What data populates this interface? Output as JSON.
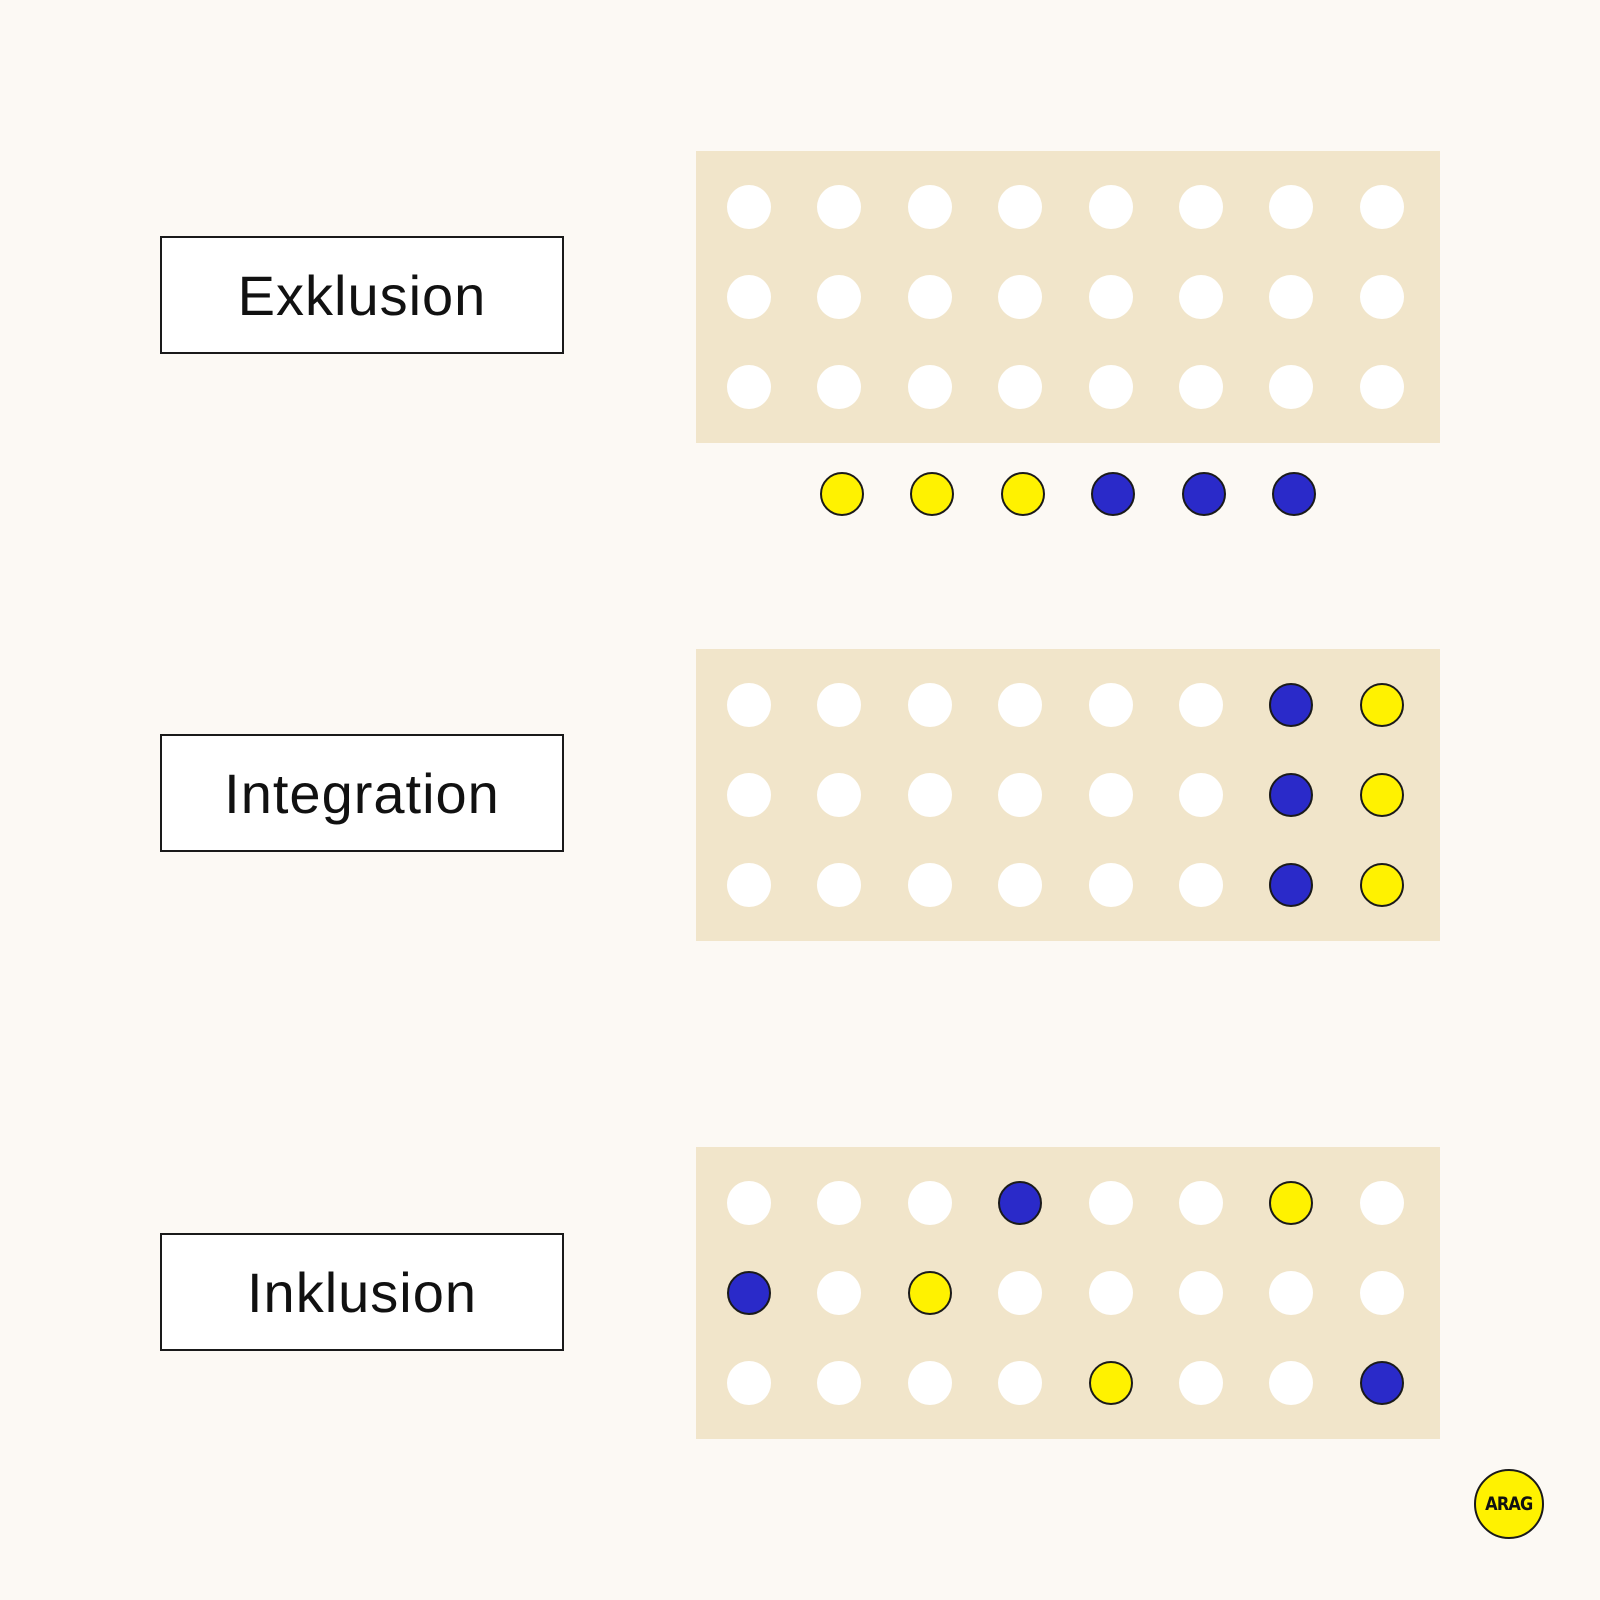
{
  "colors": {
    "background": "#fcf9f4",
    "panel": "#f1e5ca",
    "white_dot": "#ffffff",
    "yellow_dot": "#fff200",
    "blue_dot": "#2a2ac9",
    "outline": "#1a1a1a"
  },
  "sections": [
    {
      "label": "Exklusion",
      "grid": [
        [
          "white",
          "white",
          "white",
          "white",
          "white",
          "white",
          "white",
          "white"
        ],
        [
          "white",
          "white",
          "white",
          "white",
          "white",
          "white",
          "white",
          "white"
        ],
        [
          "white",
          "white",
          "white",
          "white",
          "white",
          "white",
          "white",
          "white"
        ]
      ],
      "outside": [
        "yellow",
        "yellow",
        "yellow",
        "blue",
        "blue",
        "blue"
      ]
    },
    {
      "label": "Integration",
      "grid": [
        [
          "white",
          "white",
          "white",
          "white",
          "white",
          "white",
          "blue",
          "yellow"
        ],
        [
          "white",
          "white",
          "white",
          "white",
          "white",
          "white",
          "blue",
          "yellow"
        ],
        [
          "white",
          "white",
          "white",
          "white",
          "white",
          "white",
          "blue",
          "yellow"
        ]
      ],
      "outside": []
    },
    {
      "label": "Inklusion",
      "grid": [
        [
          "white",
          "white",
          "white",
          "blue",
          "white",
          "white",
          "yellow",
          "white"
        ],
        [
          "blue",
          "white",
          "yellow",
          "white",
          "white",
          "white",
          "white",
          "white"
        ],
        [
          "white",
          "white",
          "white",
          "white",
          "yellow",
          "white",
          "white",
          "blue"
        ]
      ],
      "outside": []
    }
  ],
  "logo": {
    "text": "ARAG"
  }
}
